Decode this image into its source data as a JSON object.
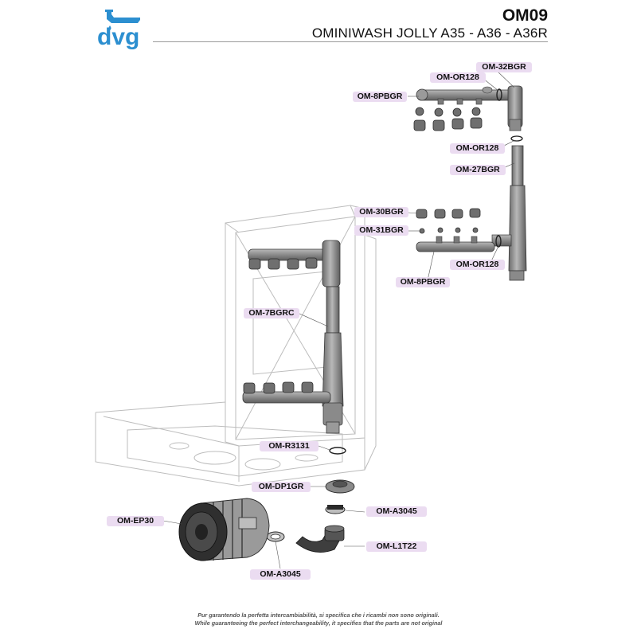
{
  "header": {
    "brand": "dvg",
    "code": "OM09",
    "subtitle": "OMINIWASH JOLLY A35 - A36 - A36R"
  },
  "parts": [
    {
      "id": "OM-32BGR"
    },
    {
      "id": "OM-OR128"
    },
    {
      "id": "OM-8PBGR"
    },
    {
      "id": "OM-OR128"
    },
    {
      "id": "OM-27BGR"
    },
    {
      "id": "OM-30BGR"
    },
    {
      "id": "OM-31BGR"
    },
    {
      "id": "OM-OR128"
    },
    {
      "id": "OM-8PBGR"
    },
    {
      "id": "OM-7BGRC"
    },
    {
      "id": "OM-R3131"
    },
    {
      "id": "OM-DP1GR"
    },
    {
      "id": "OM-A3045"
    },
    {
      "id": "OM-EP30"
    },
    {
      "id": "OM-L1T22"
    },
    {
      "id": "OM-A3045"
    }
  ],
  "footer": {
    "line_it": "Pur garantendo la perfetta intercambiabilità, si specifica che i ricambi non sono originali.",
    "line_en": "While guaranteeing the perfect interchangeability, it specifies that the parts are not original"
  },
  "colors": {
    "brand_blue": "#2c8fd0",
    "label_bg": "#ebdcf1",
    "part_gray": "#8f8f8f",
    "part_dark": "#3a3a3a",
    "cabinet_line": "#bdbdbd"
  }
}
